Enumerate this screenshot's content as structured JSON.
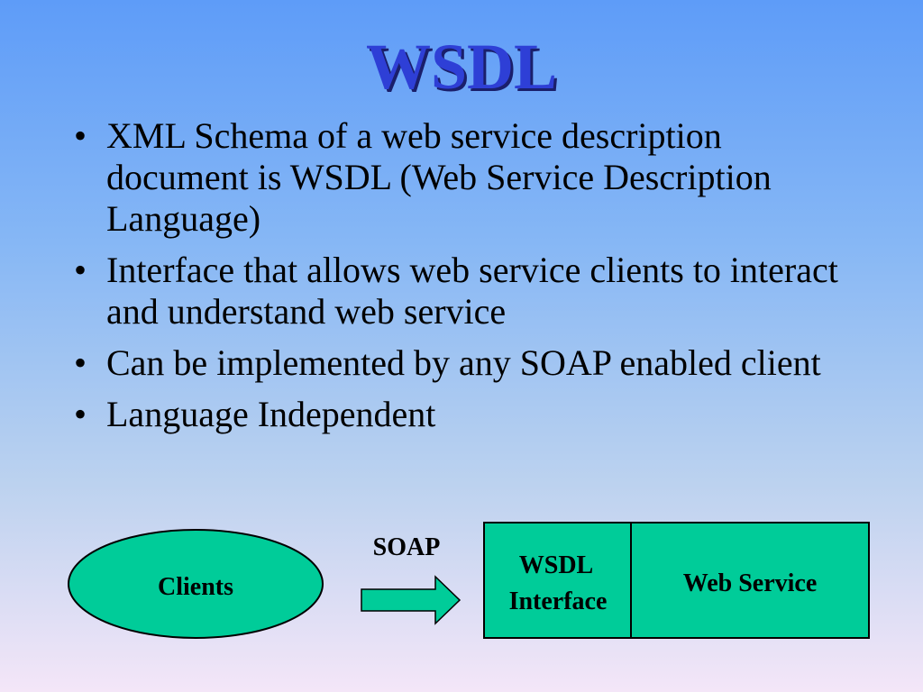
{
  "slide": {
    "title": "WSDL",
    "bullets": [
      "XML Schema of a web service description document is WSDL (Web Service Description Language)",
      "Interface that allows web service clients to interact and understand web service",
      "Can be implemented by any SOAP enabled client",
      "Language Independent"
    ]
  },
  "diagram": {
    "clients_label": "Clients",
    "arrow_label": "SOAP",
    "wsdl_label_line1": "WSDL",
    "wsdl_label_line2": "Interface",
    "service_label": "Web Service"
  },
  "colors": {
    "title": "#2e3fd6",
    "shape_fill": "#00cc99",
    "background_top": "#5e9cf8",
    "background_bottom": "#f4e6f8"
  }
}
